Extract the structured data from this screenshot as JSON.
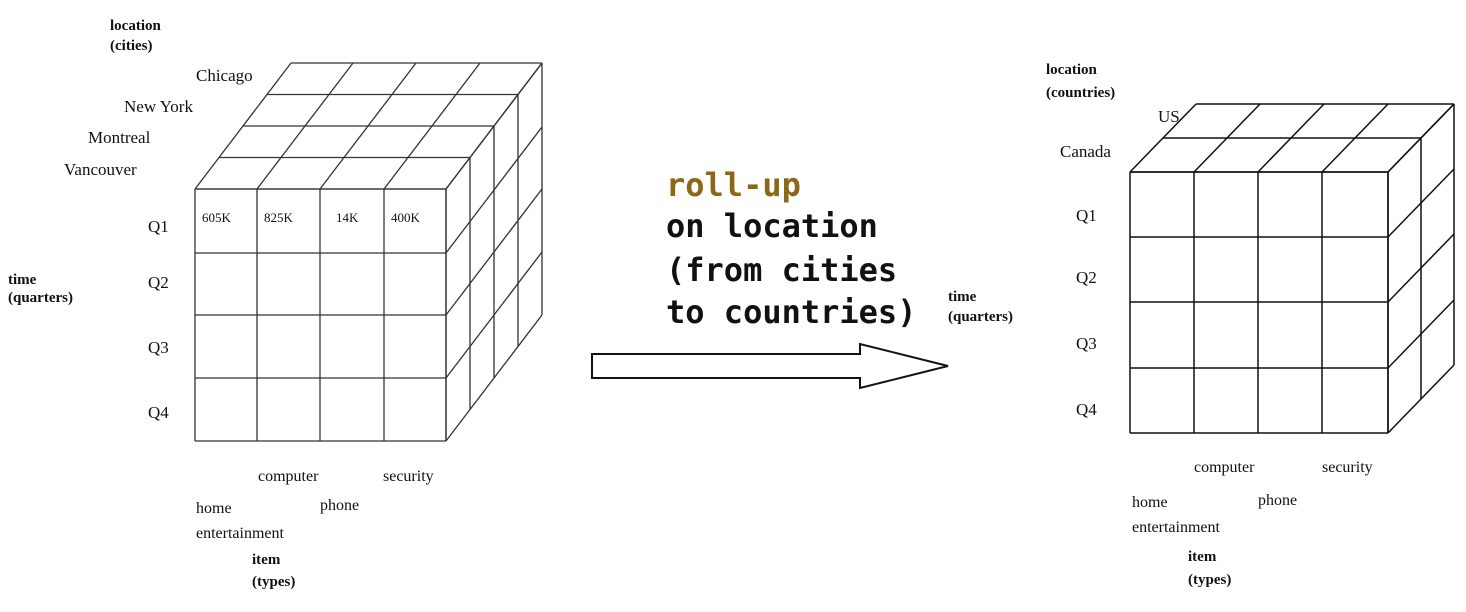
{
  "left_cube": {
    "location_label": [
      "location",
      "(cities)"
    ],
    "cities": [
      "Chicago",
      "New York",
      "Montreal",
      "Vancouver"
    ],
    "time_label": [
      "time",
      "(quarters)"
    ],
    "quarters": [
      "Q1",
      "Q2",
      "Q3",
      "Q4"
    ],
    "items": [
      "home",
      "entertainment",
      "computer",
      "phone",
      "security"
    ],
    "item_label": [
      "item",
      "(types)"
    ],
    "q1_values": [
      "605K",
      "825K",
      "14K",
      "400K"
    ]
  },
  "operation": {
    "keyword": "roll-up",
    "lines": [
      "on location",
      "(from cities",
      "to countries)"
    ],
    "keyword_color": "#8B6914"
  },
  "right_cube": {
    "location_label": [
      "location",
      "(countries)"
    ],
    "countries": [
      "US",
      "Canada"
    ],
    "time_label": [
      "time",
      "(quarters)"
    ],
    "quarters": [
      "Q1",
      "Q2",
      "Q3",
      "Q4"
    ],
    "items": [
      "home",
      "entertainment",
      "computer",
      "phone",
      "security"
    ],
    "item_label": [
      "item",
      "(types)"
    ]
  }
}
